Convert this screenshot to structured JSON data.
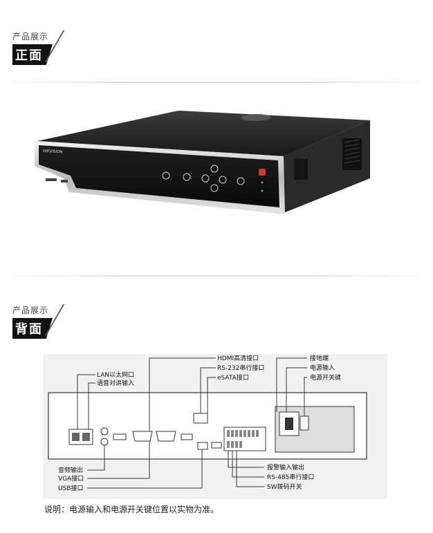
{
  "front_section": {
    "subtitle": "产品展示",
    "title": "正面"
  },
  "back_section": {
    "subtitle": "产品展示",
    "title": "背面"
  },
  "front_panel": {
    "brand": "HIKVISION"
  },
  "back_labels": {
    "lan": "LAN以太网口",
    "audio_in": "语音对讲输入",
    "hdmi": "HDMI高清接口",
    "rs232": "RS-232串行接口",
    "esata": "eSATA接口",
    "ground": "接地端",
    "power_in": "电源输入",
    "power_switch": "电源开关键",
    "audio_out": "音频输出",
    "vga": "VGA接口",
    "usb": "USB接口",
    "alarm": "报警输入输出",
    "rs485": "RS-485串行接口",
    "dip": "SW拨码开关"
  },
  "note": "说明：电源输入和电源开关键位置以实物为准。"
}
